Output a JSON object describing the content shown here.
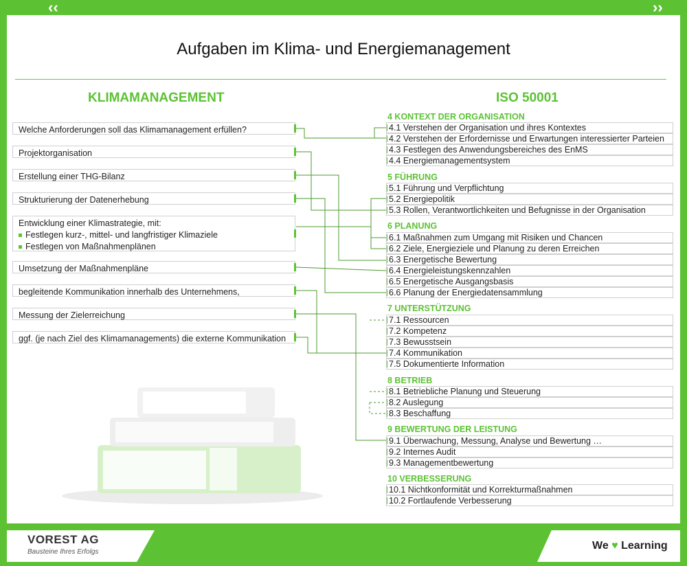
{
  "title": "Aufgaben im Klima- und Energiemanagement",
  "left_heading": "KLIMAMANAGEMENT",
  "right_heading": "ISO 50001",
  "left_tasks": [
    "Welche Anforderungen soll das Klimamanagement erfüllen?",
    "Projektorganisation",
    "Erstellung einer THG-Bilanz",
    "Strukturierung der Datenerhebung",
    "Entwicklung einer Klimastrategie, mit:",
    "Umsetzung der Maßnahmenpläne",
    "begleitende Kommunikation innerhalb des Unternehmens,",
    "Messung der Zielerreichung",
    "ggf. (je nach Ziel des Klimamanagements) die externe Kommunikation"
  ],
  "strategy_bullets": [
    "Festlegen kurz-, mittel- und langfristiger Klimaziele",
    "Festlegen von Maßnahmenplänen"
  ],
  "iso_sections": [
    {
      "heading": "4 KONTEXT DER ORGANISATION",
      "items": [
        "4.1 Verstehen der Organisation und ihres Kontextes",
        "4.2 Verstehen der Erfordernisse und Erwartungen interessierter Parteien",
        "4.3 Festlegen des Anwendungsbereiches des EnMS",
        "4.4 Energiemanagementsystem"
      ]
    },
    {
      "heading": "5 FÜHRUNG",
      "items": [
        "5.1 Führung und Verpflichtung",
        "5.2 Energiepolitik",
        "5.3 Rollen, Verantwortlichkeiten und Befugnisse in der Organisation"
      ]
    },
    {
      "heading": "6 PLANUNG",
      "items": [
        "6.1 Maßnahmen zum Umgang mit Risiken und Chancen",
        "6.2 Ziele, Energieziele und Planung zu deren Erreichen",
        "6.3 Energetische Bewertung",
        "6.4 Energieleistungskennzahlen",
        "6.5 Energetische Ausgangsbasis",
        "6.6 Planung der Energiedatensammlung"
      ]
    },
    {
      "heading": "7 UNTERSTÜTZUNG",
      "items": [
        "7.1 Ressourcen",
        "7.2 Kompetenz",
        "7.3 Bewusstsein",
        "7.4 Kommunikation",
        "7.5 Dokumentierte Information"
      ]
    },
    {
      "heading": "8 BETRIEB",
      "items": [
        "8.1 Betriebliche Planung und Steuerung",
        "8.2 Auslegung",
        "8.3 Beschaffung"
      ]
    },
    {
      "heading": "9 BEWERTUNG DER LEISTUNG",
      "items": [
        "9.1 Überwachung, Messung, Analyse und Bewertung …",
        "9.2 Internes Audit",
        "9.3 Managementbewertung"
      ]
    },
    {
      "heading": "10 VERBESSERUNG",
      "items": [
        "10.1 Nichtkonformität und Korrekturmaßnahmen",
        "10.2 Fortlaufende Verbesserung"
      ]
    }
  ],
  "footer": {
    "logo": "VOREST AG",
    "tagline": "Bausteine Ihres Erfolgs",
    "slogan_we": "We",
    "slogan_learning": "Learning"
  },
  "colors": {
    "accent": "#5cc234",
    "line": "#4e9a2c",
    "border": "#cfcfcf"
  }
}
